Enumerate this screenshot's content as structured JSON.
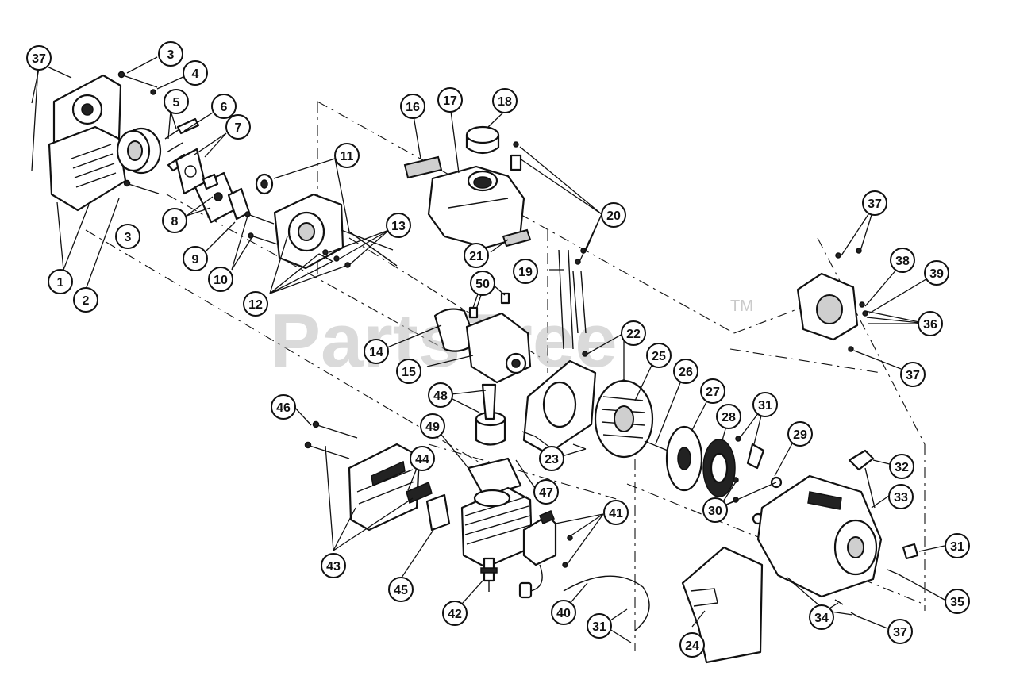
{
  "watermark": {
    "text": "PartsTree",
    "trademark": "TM"
  },
  "callouts": [
    "1",
    "2",
    "3",
    "4",
    "5",
    "6",
    "7",
    "8",
    "9",
    "10",
    "11",
    "12",
    "13",
    "14",
    "15",
    "16",
    "17",
    "18",
    "19",
    "20",
    "21",
    "22",
    "23",
    "24",
    "25",
    "26",
    "27",
    "28",
    "29",
    "30",
    "31",
    "32",
    "33",
    "34",
    "35",
    "36",
    "37",
    "38",
    "39",
    "40",
    "41",
    "42",
    "43",
    "44",
    "45",
    "46",
    "47",
    "48",
    "49",
    "50"
  ]
}
